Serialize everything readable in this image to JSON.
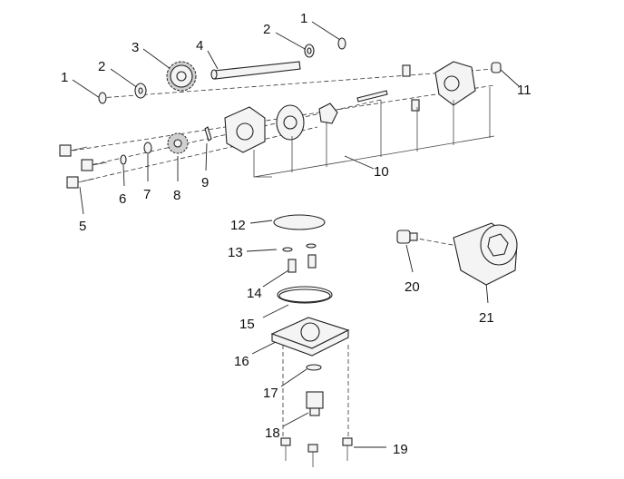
{
  "diagram": {
    "title": "Oil pump and oil filter exploded view",
    "callouts": {
      "c1a": "1",
      "c2a": "2",
      "c4": "4",
      "c3": "3",
      "c2b": "2",
      "c1b": "1",
      "c11": "11",
      "c10": "10",
      "c5": "5",
      "c6": "6",
      "c7": "7",
      "c8": "8",
      "c9": "9",
      "c12": "12",
      "c13": "13",
      "c14": "14",
      "c15": "15",
      "c16": "16",
      "c17": "17",
      "c18": "18",
      "c19": "19",
      "c20": "20",
      "c21": "21"
    }
  }
}
